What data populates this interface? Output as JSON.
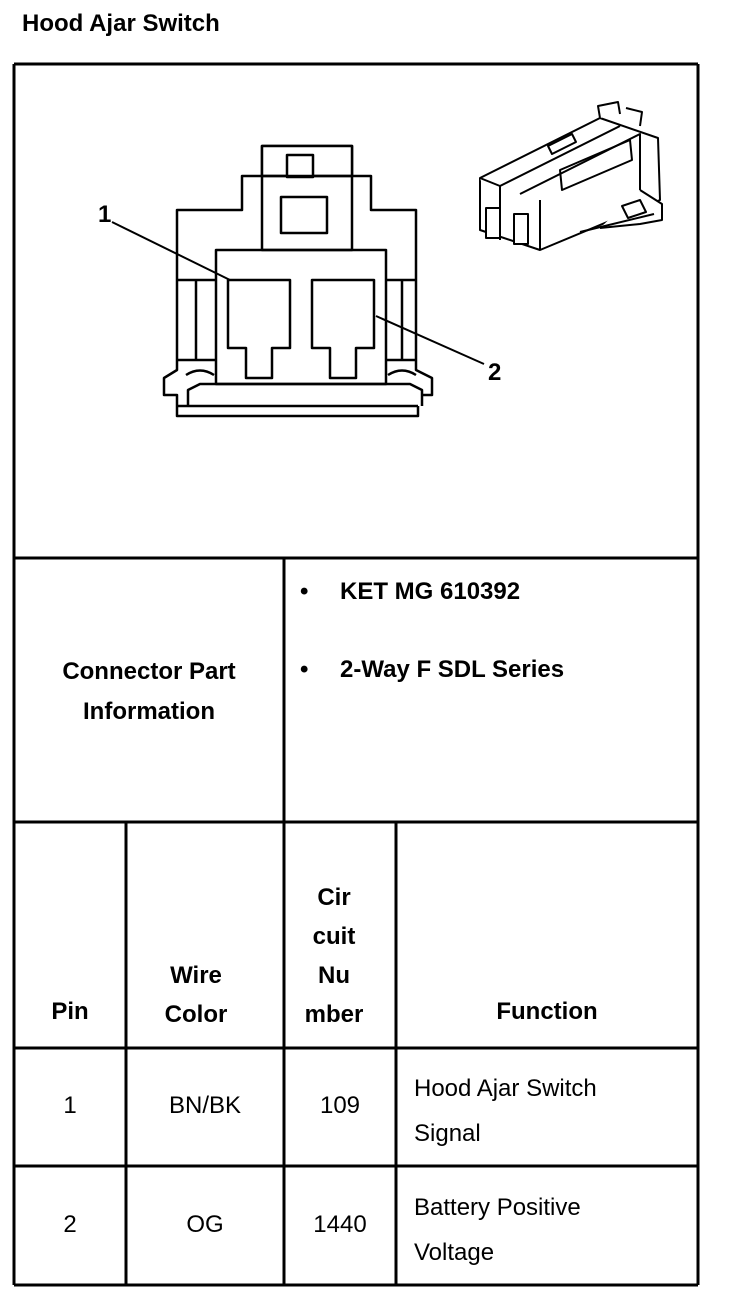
{
  "title": "Hood Ajar Switch",
  "callouts": {
    "pin1": "1",
    "pin2": "2"
  },
  "connector_info": {
    "label": "Connector Part Information",
    "bullet_glyph": "•",
    "items": [
      "KET MG 610392",
      "2-Way F SDL Series"
    ]
  },
  "table": {
    "headers": {
      "pin": "Pin",
      "wire_color": "Wire Color",
      "circuit_number": "Cir cuit Nu mber",
      "function": "Function"
    },
    "rows": [
      {
        "pin": "1",
        "wire_color": "BN/BK",
        "circuit_number": "109",
        "function": "Hood Ajar Switch Signal"
      },
      {
        "pin": "2",
        "wire_color": "OG",
        "circuit_number": "1440",
        "function": "Battery Positive Voltage"
      }
    ]
  }
}
